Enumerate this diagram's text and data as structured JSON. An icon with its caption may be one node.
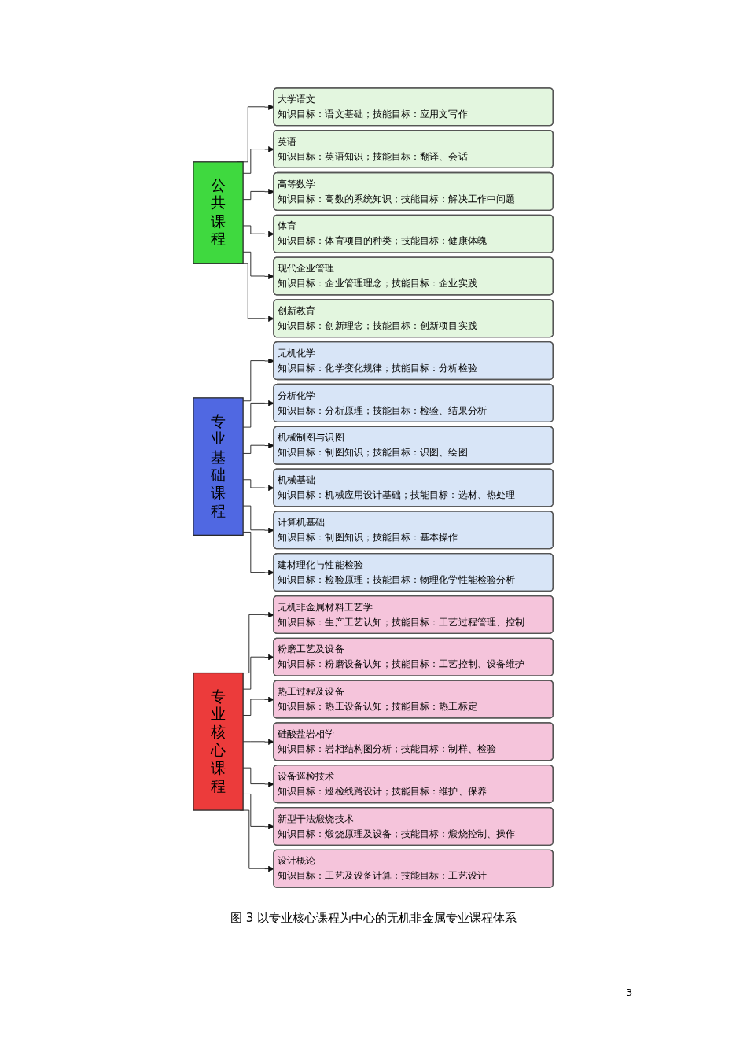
{
  "diagram": {
    "caption": "图 3 以专业核心课程为中心的无机非金属专业课程体系",
    "nodes": [
      {
        "text": [
          "公共课程"
        ]
      },
      {
        "text": [
          "大学语文",
          "知识目标：语文基础；技能目标：应用文写作"
        ]
      },
      {
        "text": [
          "英语",
          "知识目标：英语知识；技能目标：翻译、会话"
        ]
      },
      {
        "text": [
          "高等数学",
          "知识目标：高数的系统知识；技能目标：解决工作中问题"
        ]
      },
      {
        "text": [
          "体育",
          "知识目标：体育项目的种类；技能目标：健康体魄"
        ]
      },
      {
        "text": [
          "现代企业管理",
          "知识目标：企业管理理念；技能目标：企业实践"
        ]
      },
      {
        "text": [
          "创新教育",
          "知识目标：创新理念；技能目标：创新项目实践"
        ]
      },
      {
        "text": [
          "专业基础课程"
        ]
      },
      {
        "text": [
          "无机化学",
          "知识目标：化学变化规律；技能目标：分析检验"
        ]
      },
      {
        "text": [
          "分析化学",
          "知识目标：分析原理；技能目标：检验、结果分析"
        ]
      },
      {
        "text": [
          "机械制图与识图",
          "知识目标：制图知识；技能目标：识图、绘图"
        ]
      },
      {
        "text": [
          "机械基础",
          "知识目标：机械应用设计基础；技能目标：选材、热处理"
        ]
      },
      {
        "text": [
          "计算机基础",
          "知识目标：制图知识；技能目标：基本操作"
        ]
      },
      {
        "text": [
          "建材理化与性能检验",
          "知识目标：检验原理；技能目标：物理化学性能检验分析"
        ]
      },
      {
        "text": [
          "专业核心课程"
        ]
      },
      {
        "text": [
          "无机非金属材料工艺学",
          "知识目标：生产工艺认知；技能目标：工艺过程管理、控制"
        ]
      },
      {
        "text": [
          "粉磨工艺及设备",
          "知识目标：粉磨设备认知；技能目标：工艺控制、设备维护"
        ]
      },
      {
        "text": [
          "热工过程及设备",
          "知识目标：热工设备认知；技能目标：热工标定"
        ]
      },
      {
        "text": [
          "硅酸盐岩相学",
          "知识目标：岩相结构图分析；技能目标：制样、检验"
        ]
      },
      {
        "text": [
          "设备巡检技术",
          "知识目标：巡检线路设计；技能目标：维护、保养"
        ]
      },
      {
        "text": [
          "新型干法煅烧技术",
          "知识目标：煅烧原理及设备；技能目标：煅烧控制、操作"
        ]
      },
      {
        "text": [
          "设计概论",
          "知识目标：工艺及设备计算；技能目标：工艺设计"
        ]
      }
    ],
    "edges": [
      {
        "from": 0,
        "to": 1,
        "arrow": "to"
      },
      {
        "from": 0,
        "to": 2,
        "arrow": "to"
      },
      {
        "from": 0,
        "to": 3,
        "arrow": "to"
      },
      {
        "from": 0,
        "to": 4,
        "arrow": "to"
      },
      {
        "from": 0,
        "to": 5,
        "arrow": "to"
      },
      {
        "from": 0,
        "to": 6,
        "arrow": "to"
      },
      {
        "from": 7,
        "to": 8,
        "arrow": "to"
      },
      {
        "from": 7,
        "to": 9,
        "arrow": "to"
      },
      {
        "from": 7,
        "to": 10,
        "arrow": "to"
      },
      {
        "from": 7,
        "to": 11,
        "arrow": "to"
      },
      {
        "from": 7,
        "to": 12,
        "arrow": "to"
      },
      {
        "from": 7,
        "to": 13,
        "arrow": "to"
      },
      {
        "from": 14,
        "to": 15,
        "arrow": "to"
      },
      {
        "from": 14,
        "to": 16,
        "arrow": "to"
      },
      {
        "from": 14,
        "to": 17,
        "arrow": "to"
      },
      {
        "from": 14,
        "to": 18,
        "arrow": "to"
      },
      {
        "from": 14,
        "to": 19,
        "arrow": "to"
      },
      {
        "from": 14,
        "to": 20,
        "arrow": "to"
      },
      {
        "from": 14,
        "to": 21,
        "arrow": "to"
      }
    ],
    "labels": [
      "3"
    ]
  }
}
